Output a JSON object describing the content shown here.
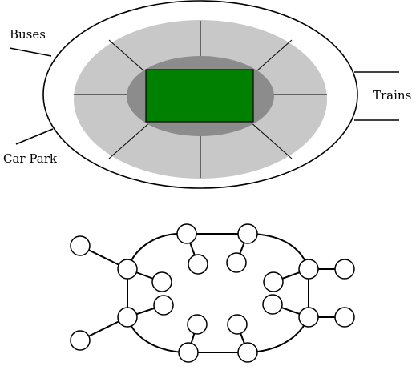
{
  "stadium": {
    "labels": {
      "buses": "Buses",
      "trains": "Trains",
      "car_park": "Car Park"
    },
    "colors": {
      "outer_ring": "#ffffff",
      "stands": "#c8c8c8",
      "inner_concourse": "#8c8c8c",
      "pitch": "#008000",
      "stroke": "#000000"
    }
  },
  "graph": {
    "node_fill": "#ffffff",
    "stroke": "#000000",
    "hub_count": 8,
    "leaf_count": 12
  }
}
